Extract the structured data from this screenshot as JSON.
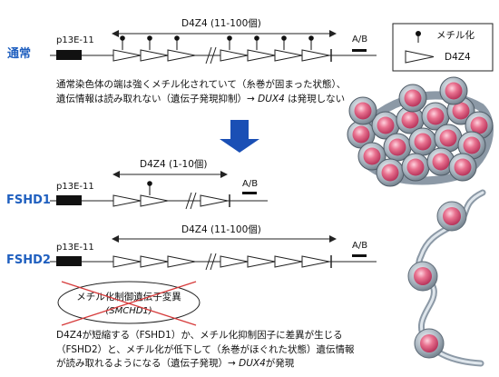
{
  "rows": {
    "normal": {
      "label": "通常",
      "promoter": "p13E-11",
      "repeat_label": "D4Z4 (11-100個)",
      "ab_label": "A/B"
    },
    "fshd1": {
      "label": "FSHD1",
      "promoter": "p13E-11",
      "repeat_label": "D4Z4 (1-10個)",
      "ab_label": "A/B"
    },
    "fshd2": {
      "label": "FSHD2",
      "promoter": "p13E-11",
      "repeat_label": "D4Z4 (11-100個)",
      "ab_label": "A/B"
    }
  },
  "legend": {
    "methylation": "メチル化",
    "d4z4": "D4Z4"
  },
  "normal_text": {
    "line1": "通常染色体の端は強くメチル化されていて（糸巻が固まった状態）、",
    "line2_pre": "遺伝情報は読み取れない（遺伝子発現抑制）→ ",
    "line2_gene": "DUX4",
    "line2_post": " は発現しない"
  },
  "mutation_box": {
    "line1": "メチル化制御遺伝子変異",
    "line2": "(SMCHD1)"
  },
  "fshd_text": {
    "line1": "D4Z4が短縮する（FSHD1）か、メチル化抑制因子に差異が生じる",
    "line2": "（FSHD2）と、メチル化が低下して（糸巻がほぐれた状態）遺伝情報",
    "line3_pre": "が読み取れるようになる（遺伝子発現）→ ",
    "line3_gene": "DUX4",
    "line3_post": "が発現"
  },
  "colors": {
    "label_blue": "#1f5fbf",
    "arrow_blue": "#1a4fb5",
    "cross_red": "#d63a3a",
    "nucleosome_pink": "#e06a8a",
    "histone_gray": "#9aa7b3"
  }
}
